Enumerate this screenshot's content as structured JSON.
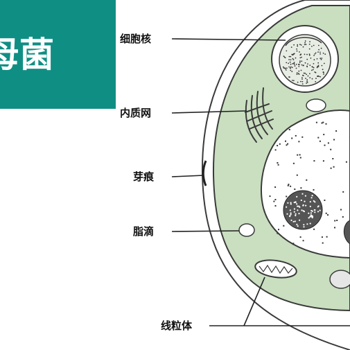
{
  "banner": {
    "title": "母菌"
  },
  "labels": {
    "nucleus": "细胞核",
    "er": "内质网",
    "bud_scar": "芽痕",
    "lipid_droplet": "脂滴",
    "mitochondrion": "线粒体"
  },
  "colors": {
    "banner": "#0f8f83",
    "cytoplasm": "#c9dfc0",
    "outline": "#3a3a3a"
  }
}
